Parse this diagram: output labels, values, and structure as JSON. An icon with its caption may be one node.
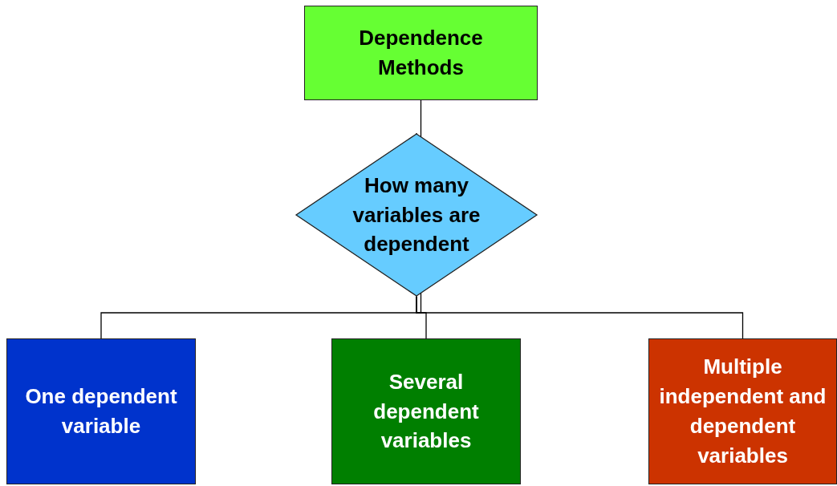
{
  "diagram": {
    "nodes": [
      {
        "text": [
          "Dependence Methods"
        ]
      },
      {
        "text": [
          "How many variables are dependent"
        ]
      },
      {
        "text": [
          "One dependent variable"
        ]
      },
      {
        "text": [
          "Several dependent variables"
        ]
      },
      {
        "text": [
          "Multiple independent and dependent variables"
        ]
      }
    ],
    "edges": [
      {
        "from": 0,
        "to": 1,
        "arrow": "none"
      },
      {
        "from": 1,
        "to": 2,
        "arrow": "none"
      },
      {
        "from": 1,
        "to": 3,
        "arrow": "none"
      },
      {
        "from": 1,
        "to": 4,
        "arrow": "none"
      }
    ]
  }
}
